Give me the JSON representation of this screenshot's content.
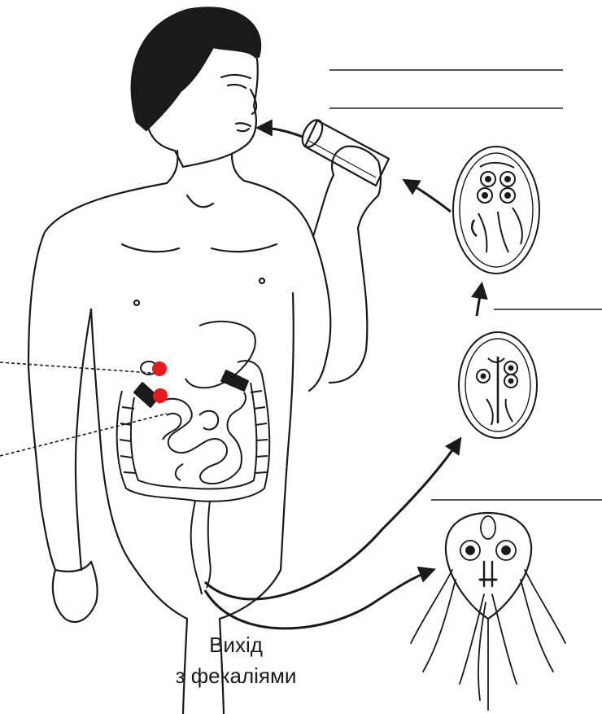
{
  "caption": {
    "line1": "Вихід",
    "line2": "з фекаліями"
  },
  "colors": {
    "ink": "#1a1a1a",
    "marker": "#e8191d",
    "background": "#ffffff"
  },
  "labels": {
    "blank_lines_count": 4,
    "pointer_lines_count": 2
  }
}
